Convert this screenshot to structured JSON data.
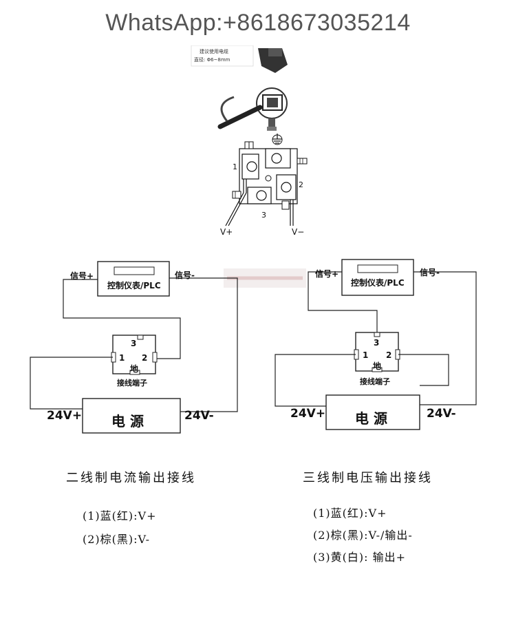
{
  "watermark": "WhatsApp:+8618673035214",
  "sensor": {
    "note_line1": "建议使用电缆",
    "note_line2": "直径: Φ6~8mm",
    "terminal_1": "1",
    "terminal_2": "2",
    "terminal_3": "3",
    "v_plus": "V+",
    "v_minus": "V−"
  },
  "left_diagram": {
    "signal_plus": "信号+",
    "signal_minus": "信号-",
    "controller": "控制仪表/PLC",
    "terminal_1": "1",
    "terminal_2": "2",
    "terminal_3": "3",
    "ground": "地",
    "terminal_block": "接线端子",
    "power_plus": "24V+",
    "power_minus": "24V-",
    "power": "电 源"
  },
  "right_diagram": {
    "signal_plus": "信号+",
    "signal_minus": "信号-",
    "controller": "控制仪表/PLC",
    "terminal_1": "1",
    "terminal_2": "2",
    "terminal_3": "3",
    "ground": "地",
    "terminal_block": "接线端子",
    "power_plus": "24V+",
    "power_minus": "24V-",
    "power": "电 源"
  },
  "two_wire": {
    "caption": "二线制电流输出接线",
    "items": [
      "(1)蓝(红):V+",
      "(2)棕(黑):V-"
    ]
  },
  "three_wire": {
    "caption": "三线制电压输出接线",
    "items": [
      "(1)蓝(红):V+",
      "(2)棕(黑):V-/输出-",
      "(3)黄(白): 输出+"
    ]
  }
}
